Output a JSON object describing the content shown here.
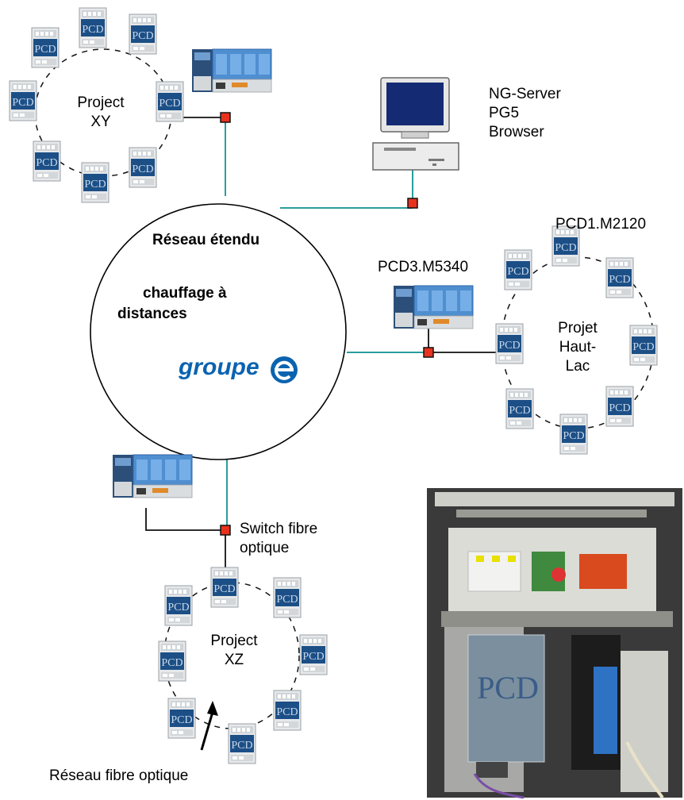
{
  "center": {
    "title": "Réseau étendu",
    "line2": "chauffage à",
    "line3": "distances",
    "logo_text": "groupe",
    "logo_mark": "e"
  },
  "server": {
    "line1": "NG-Server",
    "line2": "PG5",
    "line3": "Browser"
  },
  "rings": {
    "xy": {
      "line1": "Project",
      "line2": "XY"
    },
    "hautlac": {
      "line1": "Projet",
      "line2": "Haut-",
      "line3": "Lac"
    },
    "xz": {
      "line1": "Project",
      "line2": "XZ"
    }
  },
  "devices": {
    "pcd3": "PCD3.M5340",
    "pcd1": "PCD1.M2120",
    "module_text": "PCD"
  },
  "switch_label": {
    "line1": "Switch fibre",
    "line2": "optique"
  },
  "fiber_label": "Réseau fibre optique",
  "colors": {
    "network_line": "#2a9d9d",
    "switch": "#e8321e",
    "logo": "#0b63b0",
    "pcd_blue": "#1c4f86"
  }
}
